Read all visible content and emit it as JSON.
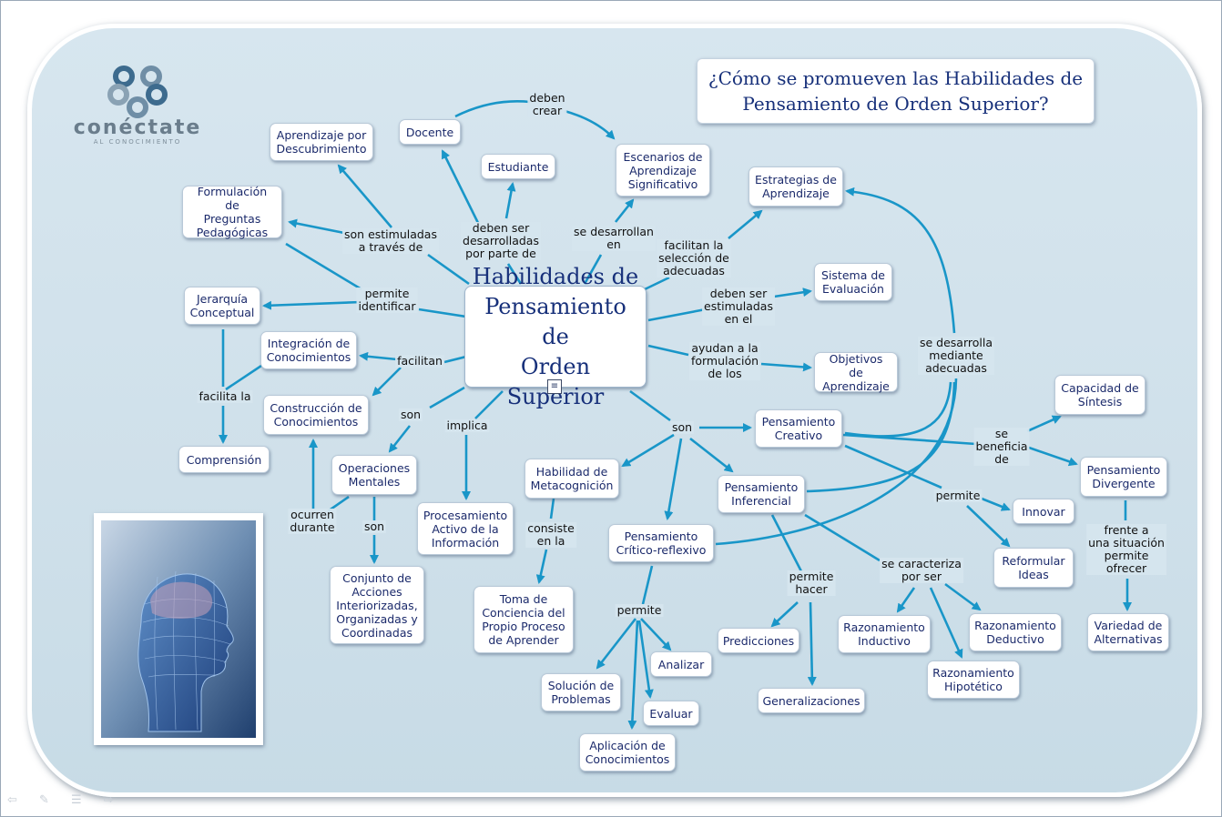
{
  "title": "¿Cómo se promueven las Habilidades de\nPensamiento de Orden Superior?",
  "logo": {
    "name": "conéctate",
    "tagline": "AL CONOCIMIENTO"
  },
  "central": "Habilidades de\nPensamiento de\nOrden Superior",
  "nodes": {
    "aprendizaje_descubrimiento": "Aprendizaje por\nDescubrimiento",
    "docente": "Docente",
    "estudiante": "Estudiante",
    "escenarios": "Escenarios de\nAprendizaje\nSignificativo",
    "estrategias": "Estrategias de\nAprendizaje",
    "formulacion": "Formulación de\nPreguntas\nPedagógicas",
    "jerarquia": "Jerarquía\nConceptual",
    "integracion": "Integración de\nConocimientos",
    "construccion": "Construcción de\nConocimientos",
    "comprension": "Comprensión",
    "sistema_eval": "Sistema de\nEvaluación",
    "objetivos": "Objetivos de\nAprendizaje",
    "capacidad_sintesis": "Capacidad de\nSíntesis",
    "pensamiento_creativo": "Pensamiento\nCreativo",
    "pensamiento_divergente": "Pensamiento\nDivergente",
    "innovar": "Innovar",
    "reformular": "Reformular\nIdeas",
    "variedad": "Variedad de\nAlternativas",
    "operaciones": "Operaciones\nMentales",
    "conjunto_acciones": "Conjunto de\nAcciones\nInteriorizadas,\nOrganizadas y\nCoordinadas",
    "procesamiento": "Procesamiento\nActivo de la\nInformación",
    "metacognicion": "Habilidad de\nMetacognición",
    "toma_conciencia": "Toma de\nConciencia del\nPropio Proceso\nde Aprender",
    "pensamiento_critico": "Pensamiento\nCrítico-reflexivo",
    "pensamiento_inferencial": "Pensamiento\nInferencial",
    "analizar": "Analizar",
    "solucion": "Solución de\nProblemas",
    "evaluar": "Evaluar",
    "aplicacion": "Aplicación de\nConocimientos",
    "predicciones": "Predicciones",
    "generalizaciones": "Generalizaciones",
    "razonamiento_inductivo": "Razonamiento\nInductivo",
    "razonamiento_deductivo": "Razonamiento\nDeductivo",
    "razonamiento_hipotetico": "Razonamiento\nHipotético"
  },
  "labels": {
    "deben_crear": "deben\ncrear",
    "son_estimuladas": "son estimuladas\na través de",
    "deben_ser_desarrolladas": "deben ser\ndesarrolladas\npor parte de",
    "se_desarrollan_en": "se desarrollan\nen",
    "facilitan_seleccion": "facilitan la\nselección de\nadecuadas",
    "permite_identificar": "permite\nidentificar",
    "deben_ser_estimuladas": "deben ser\nestimuladas\nen el",
    "facilitan": "facilitan",
    "ayudan_formulacion": "ayudan a la\nformulación\nde los",
    "se_desarrolla_mediante": "se desarrolla\nmediante\nadecuadas",
    "facilita_la": "facilita la",
    "son_left": "son",
    "implica": "implica",
    "son_right": "son",
    "se_beneficia": "se\nbeneficia\nde",
    "permite_creativo": "permite",
    "ocurren_durante": "ocurren\ndurante",
    "son_operaciones": "son",
    "consiste_en_la": "consiste\nen la",
    "frente_situacion": "frente a\nuna situación\npermite\nofrecer",
    "permite_critico": "permite",
    "permite_hacer": "permite\nhacer",
    "se_caracteriza": "se caracteriza\npor ser"
  },
  "colors": {
    "line": "#1996c8",
    "node_text": "#1b2a6b",
    "board": "#d3e4ee"
  }
}
